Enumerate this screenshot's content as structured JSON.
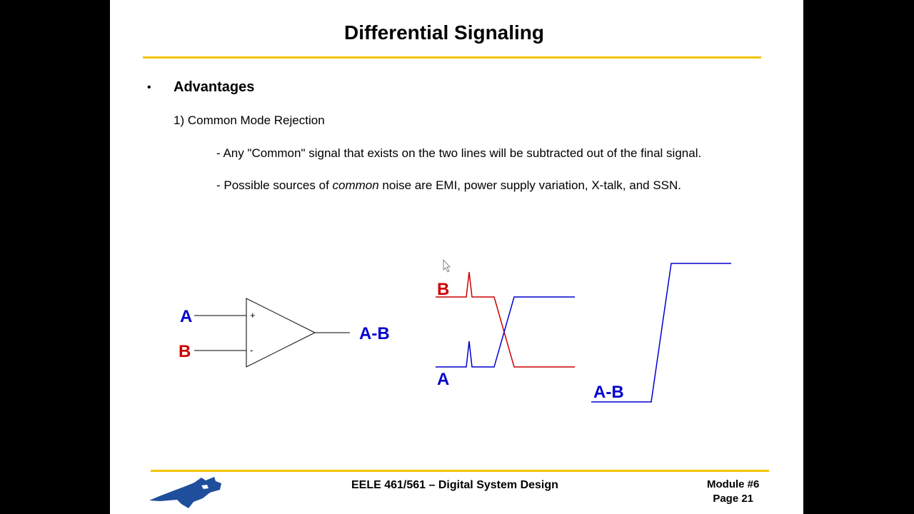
{
  "slide": {
    "title": "Differential Signaling",
    "bullet": "•",
    "heading": "Advantages",
    "subheading": "1) Common Mode Rejection",
    "line1": "- Any \"Common\" signal that exists on the two lines will be subtracted out of the final signal.",
    "line2_pre": "- Possible sources of ",
    "line2_em": "common",
    "line2_post": " noise are EMI, power supply variation, X-talk, and SSN."
  },
  "diagram": {
    "input_a": "A",
    "input_b": "B",
    "plus": "+",
    "minus": "-",
    "output": "A-B",
    "wave_b": "B",
    "wave_a": "A",
    "wave_diff": "A-B"
  },
  "footer": {
    "course": "EELE 461/561 – Digital System Design",
    "module": "Module #6",
    "page": "Page 21",
    "logo_icon": "bobcat-logo-icon"
  },
  "colors": {
    "accent_rule": "#f2c400",
    "signal_a": "#0000cc",
    "signal_b": "#cc0000",
    "logo": "#1f4f9c"
  }
}
